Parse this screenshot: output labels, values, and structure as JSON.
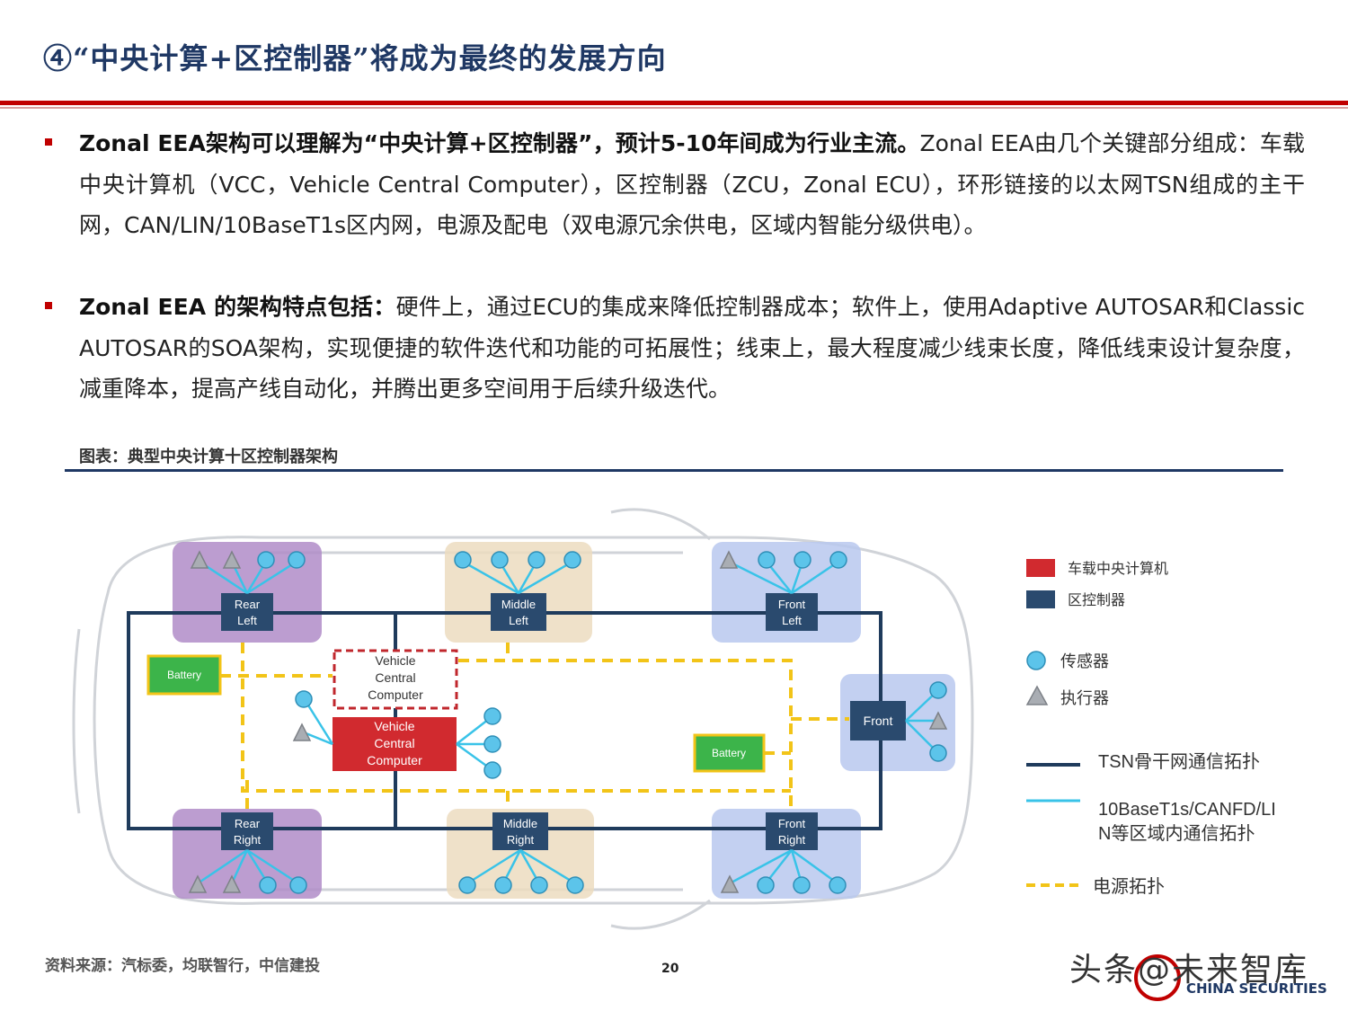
{
  "header": {
    "title": "④“中央计算+区控制器”将成为最终的发展方向"
  },
  "bullets": [
    {
      "bold": "Zonal EEA架构可以理解为“中央计算+区控制器”，预计5-10年间成为行业主流。",
      "text": "Zonal EEA由几个关键部分组成：车载中央计算机（VCC，Vehicle Central Computer），区控制器（ZCU，Zonal ECU），环形链接的以太网TSN组成的主干网，CAN/LIN/10BaseT1s区内网，电源及配电（双电源冗余供电，区域内智能分级供电）。"
    },
    {
      "bold": "Zonal EEA 的架构特点包括：",
      "text": "硬件上，通过ECU的集成来降低控制器成本；软件上，使用Adaptive AUTOSAR和Classic AUTOSAR的SOA架构，实现便捷的软件迭代和功能的可拓展性；线束上，最大程度减少线束长度，降低线束设计复杂度，减重降本，提高产线自动化，并腾出更多空间用于后续升级迭代。"
    }
  ],
  "figure": {
    "title": "图表：典型中央计算十区控制器架构",
    "zones": {
      "rear_left": [
        "Rear",
        "Left"
      ],
      "middle_left": [
        "Middle",
        "Left"
      ],
      "front_left": [
        "Front",
        "Left"
      ],
      "rear_right": [
        "Rear",
        "Right"
      ],
      "middle_right": [
        "Middle",
        "Right"
      ],
      "front_right": [
        "Front",
        "Right"
      ],
      "front": [
        "Front"
      ]
    },
    "vcc_backup": [
      "Vehicle",
      "Central",
      "Computer"
    ],
    "vcc_main": [
      "Vehicle",
      "Central",
      "Computer"
    ],
    "battery": "Battery",
    "colors": {
      "zone_box": "#2a4a6e",
      "vcc": "#d12a2f",
      "backbone": "#1f3b5c",
      "local_link": "#39c3e8",
      "power": "#f2c418",
      "battery": "#3cb44a",
      "sensor": "#5cc4ea",
      "actuator": "#a9adb3",
      "rear_zone_bg": "#b08cc8",
      "middle_zone_bg": "#ecdcc0",
      "front_zone_bg": "#b8c8ee"
    },
    "legend": {
      "vcc": "车载中央计算机",
      "zcu": "区控制器",
      "sensor": "传感器",
      "actuator": "执行器",
      "tsn": "TSN骨干网通信拓扑",
      "local_line1": "10BaseT1s/CANFD/LI",
      "local_line2": "N等区域内通信拓扑",
      "power": "电源拓扑"
    }
  },
  "footer": {
    "source": "资料来源：汽标委，均联智行，中信建投",
    "page": "20",
    "watermark": "头条@未来智库",
    "brand": "CHINA SECURITIES"
  }
}
